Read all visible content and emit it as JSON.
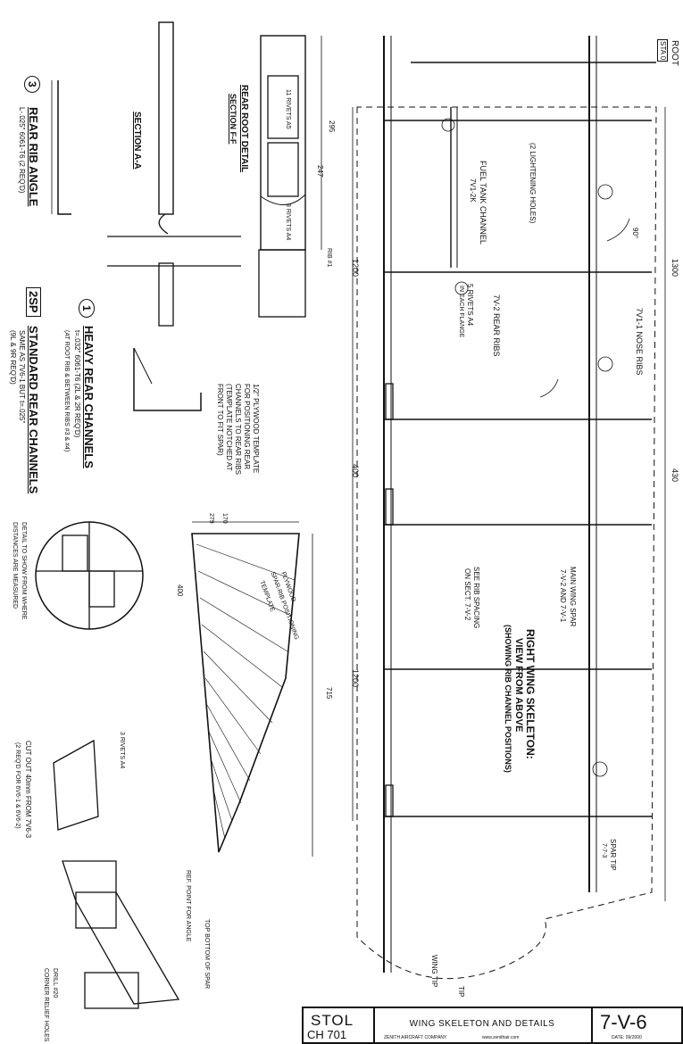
{
  "drawing": {
    "root_label": "ROOT",
    "sta_label": "STA 0",
    "tip_label": "TIP",
    "wing_tip_label": "WING TIP",
    "spar_tip_label": "SPAR TIP",
    "spar_tip_sub": "7-7-3",
    "main_view_title": "RIGHT WING SKELETON:",
    "main_view_sub1": "VIEW FROM ABOVE",
    "main_view_sub2": "(SHOWING RIB CHANNEL POSITIONS)",
    "main_wing_spar": "MAIN WING SPAR",
    "main_wing_spar_ref": "7-V-2 AND 7-V-1",
    "nose_ribs": "7V1-1 NOSE RIBS",
    "rear_ribs": "7V-2 REAR RIBS",
    "fuel_tank_channel": "FUEL TANK CHANNEL",
    "fuel_tank_ref": "7V1-2K",
    "lightening_holes": "(2 LIGHTENING HOLES)",
    "rivets_each": "5 RIVETS A4",
    "rivets_each_sub": "IN EACH FLANGE",
    "rib_spacing": "SEE RIB SPACING",
    "rib_spacing_sub": "ON SECT. 7-V-2",
    "dim_1200": "1200",
    "dim_430": "430",
    "dim_1300": "1300",
    "dim_400": "400",
    "dim_1200b": "1200",
    "dim_90": "90°",
    "rear_root_detail": "REAR ROOT DETAIL",
    "rear_root_section": "SECTION F-F",
    "section_aa": "SECTION A-A",
    "rivets_11": "11 RIVETS A5",
    "rivets_3": "3 RIVETS A4",
    "rivets_3b": "3 RIVETS A4",
    "dim_295": "295",
    "dim_247": "247",
    "rib1": "RIB #1",
    "rear_rib_angle_no": "3",
    "rear_rib_angle": "REAR RIB ANGLE",
    "rear_rib_angle_sub": "L-.025\" 6061-T6 (2 REQ'D)",
    "heavy_no": "1",
    "heavy_rear_channels": "HEAVY REAR CHANNELS",
    "heavy_sub": "t=.032\" 6061-T6 (2L & 2R REQ'D)",
    "heavy_sub2": "(AT ROOT RIB & BETWEEN RIBS #3 & #4)",
    "std_no": "2SP",
    "std_rear_channels": "STANDARD REAR CHANNELS",
    "std_sub": "SAME AS 7V6-1 BUT t=.025\"",
    "std_sub2": "(9L & 9R REQ'D)",
    "plywood_note": "1/2\" PLYWOOD TEMPLATE",
    "plywood_note2": "FOR POSITIONING REAR",
    "plywood_note3": "CHANNELS TO REAR RIBS",
    "plywood_note4": "(TEMPLATE NOTCHED AT",
    "plywood_note5": "FRONT TO FIT SPAR)",
    "template_label": "PLYWOOD",
    "template_label2": "SPAR-RIB POSITIONING",
    "template_label3": "TEMPLATE",
    "detail_note": "DETAIL TO SHOW FROM WHERE",
    "detail_note2": "DISTANCES ARE MEASURED",
    "cut_note": "CUT OUT 40mm FROM 7V6-3",
    "cut_note2": "(2 REQ'D FOR 6V6-1 & 6V6-2)",
    "drill_note": "DRILL #20",
    "drill_note2": "CORNER RELIEF HOLES",
    "ref_point": "REF. POINT FOR ANGLE",
    "top_bottom": "TOP BOTTOM OF SPAR",
    "dim_715": "715",
    "dim_400b": "400",
    "dim_170": "170",
    "dim_279": "279"
  },
  "title_block": {
    "company": "STOL",
    "model": "CH 701",
    "title": "WING SKELETON AND DETAILS",
    "sheet": "7-V-6",
    "footer1": "ZENITH AIRCRAFT COMPANY",
    "footer2": "www.zenithair.com",
    "footer3": "DATE: 09/2000"
  }
}
